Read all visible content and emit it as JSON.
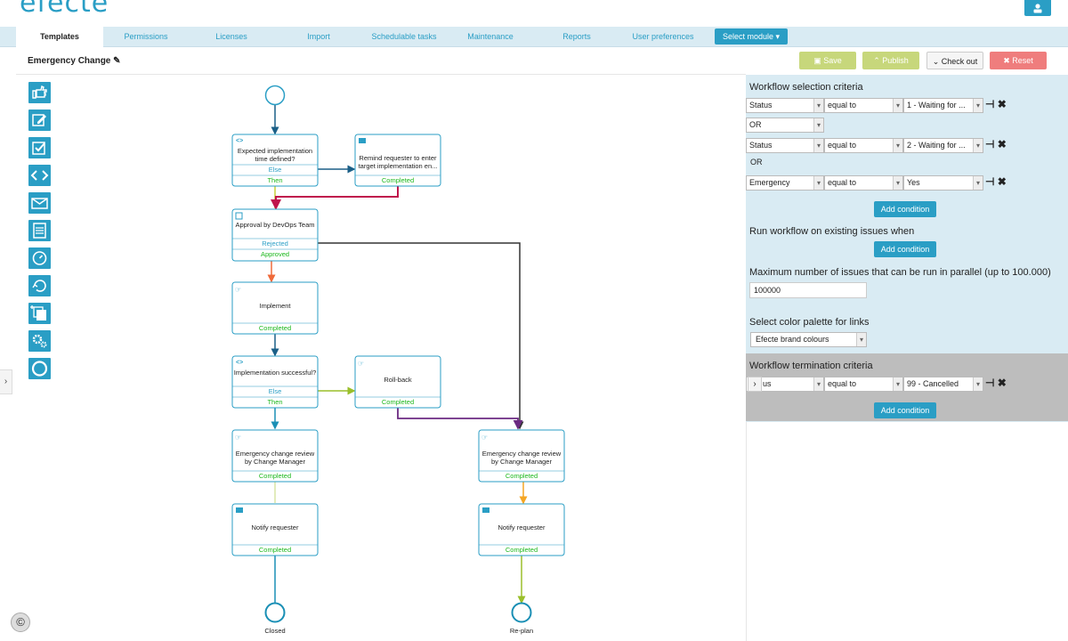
{
  "app": {
    "logo": "efecte"
  },
  "tabs": [
    {
      "label": "Templates",
      "active": true
    },
    {
      "label": "Permissions"
    },
    {
      "label": "Licenses"
    },
    {
      "label": "Import"
    },
    {
      "label": "Schedulable tasks"
    },
    {
      "label": "Maintenance"
    },
    {
      "label": "Reports"
    },
    {
      "label": "User preferences"
    }
  ],
  "module_select": "Select module",
  "template_title": "Emergency Change",
  "toolbar": {
    "save": "Save",
    "publish": "Publish",
    "checkout": "Check out",
    "reset": "Reset"
  },
  "palette": [
    "hand-icon",
    "edit-icon",
    "check-icon",
    "code-icon",
    "mail-icon",
    "document-icon",
    "timer-icon",
    "loop-icon",
    "copy-icon",
    "gears-icon",
    "end-circle-icon"
  ],
  "workflow": {
    "nodes": {
      "n1": {
        "title": "Expected implementation time defined?",
        "outs": [
          "Else",
          "Then"
        ]
      },
      "n2": {
        "title": "Remind requester to enter target implementation en...",
        "outs": [
          "Completed"
        ]
      },
      "n3": {
        "title": "Approval by DevOps Team",
        "outs": [
          "Rejected",
          "Approved"
        ]
      },
      "n4": {
        "title": "Implement",
        "outs": [
          "Completed"
        ]
      },
      "n5": {
        "title": "Implementation successful?",
        "outs": [
          "Else",
          "Then"
        ]
      },
      "n6": {
        "title": "Roll-back",
        "outs": [
          "Completed"
        ]
      },
      "n7": {
        "title": "Emergency change review by Change Manager",
        "outs": [
          "Completed"
        ]
      },
      "n8": {
        "title": "Emergency change review by Change Manager",
        "outs": [
          "Completed"
        ]
      },
      "n9": {
        "title": "Notify requester",
        "outs": [
          "Completed"
        ]
      },
      "n10": {
        "title": "Notify requester",
        "outs": [
          "Completed"
        ]
      }
    },
    "end_closed": "Closed",
    "end_replan": "Re-plan"
  },
  "panel": {
    "selection_title": "Workflow selection criteria",
    "row1": {
      "field": "Status",
      "op": "equal to",
      "value": "1 - Waiting for ..."
    },
    "or_select": "OR",
    "row2": {
      "field": "Status",
      "op": "equal to",
      "value": "2 - Waiting for ..."
    },
    "or_text": "OR",
    "row3": {
      "field": "Emergency",
      "op": "equal to",
      "value": "Yes"
    },
    "add_condition": "Add condition",
    "run_existing": "Run workflow on existing issues when",
    "max_parallel": "Maximum number of issues that can be run in parallel (up to 100.000)",
    "max_value": "100000",
    "palette_title": "Select color palette for links",
    "palette_value": "Efecte brand colours",
    "termination_title": "Workflow termination criteria",
    "row4": {
      "field": "us",
      "op": "equal to",
      "value": "99 - Cancelled"
    }
  }
}
